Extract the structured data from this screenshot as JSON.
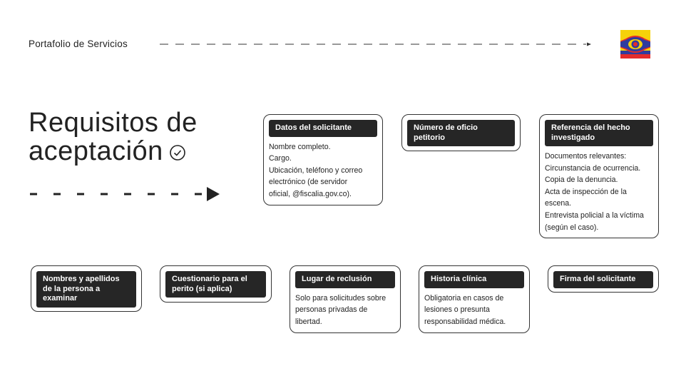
{
  "header": {
    "title": "Portafolio de Servicios",
    "logo_icon": "eye-logo-icon"
  },
  "main_title": {
    "line1": "Requisitos de",
    "line2": "aceptación",
    "icon": "check-circle-icon"
  },
  "colors": {
    "card_label_bg": "#262626",
    "logo_yellow": "#f6d20a",
    "logo_blue": "#2f3c9e",
    "logo_red": "#e42c2c",
    "text": "#222222"
  },
  "cards": {
    "solicitante": {
      "label": "Datos del solicitante",
      "lines": [
        "Nombre completo.",
        "Cargo.",
        "Ubicación, teléfono y correo",
        "electrónico (de servidor",
        "oficial, @fiscalia.gov.co)."
      ]
    },
    "oficio": {
      "label_l1": "Número de oficio",
      "label_l2": "petitorio"
    },
    "referencia": {
      "label_l1": "Referencia del hecho",
      "label_l2": "investigado",
      "lines": [
        "Documentos relevantes:",
        "Circunstancia de ocurrencia.",
        "Copia de la denuncia.",
        "Acta de inspección de la",
        "escena.",
        "Entrevista policial a la víctima",
        "(según el caso)."
      ]
    },
    "nombres": {
      "label_l1": "Nombres y apellidos",
      "label_l2": "de la persona a",
      "label_l3": "examinar"
    },
    "cuestionario": {
      "label_l1": "Cuestionario para el",
      "label_l2": "perito (si aplica)"
    },
    "reclusion": {
      "label": "Lugar de reclusión",
      "lines": [
        "Solo para solicitudes sobre",
        "personas privadas de",
        "libertad."
      ]
    },
    "historia": {
      "label": "Historia clínica",
      "lines": [
        "Obligatoria en casos de",
        "lesiones o presunta",
        "responsabilidad médica."
      ]
    },
    "firma": {
      "label": "Firma del solicitante"
    }
  }
}
